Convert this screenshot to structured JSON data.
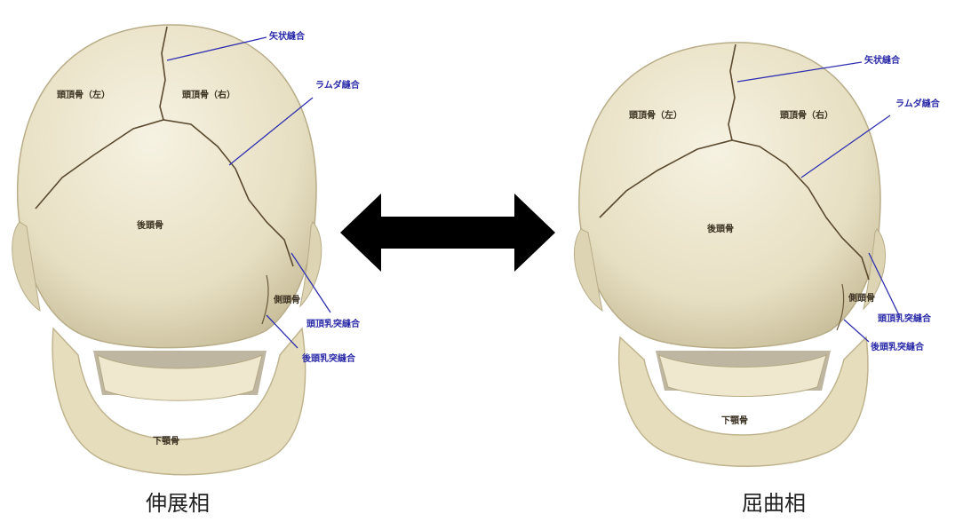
{
  "panels": [
    {
      "labels": {
        "sagittal_suture": "矢状縫合",
        "parietal_left": "頭頂骨（左）",
        "parietal_right": "頭頂骨（右）",
        "lambdoid_suture": "ラムダ縫合",
        "occipital": "後頭骨",
        "temporal": "側頭骨",
        "parietomastoid_suture": "頭頂乳突縫合",
        "occipitomastoid_suture": "後頭乳突縫合",
        "mandible": "下顎骨"
      },
      "caption": "伸展相"
    },
    {
      "labels": {
        "sagittal_suture": "矢状縫合",
        "parietal_left": "頭頂骨（左）",
        "parietal_right": "頭頂骨（右）",
        "lambdoid_suture": "ラムダ縫合",
        "occipital": "後頭骨",
        "temporal": "側頭骨",
        "parietomastoid_suture": "頭頂乳突縫合",
        "occipitomastoid_suture": "後頭乳突縫合",
        "mandible": "下顎骨"
      },
      "caption": "屈曲相"
    }
  ],
  "colors": {
    "bone": "#ece6cf",
    "bone_shadow": "#cfc6a6",
    "suture_line": "#2f2fb0",
    "label_text": "#2a2aa8",
    "arrow": "#000000"
  }
}
